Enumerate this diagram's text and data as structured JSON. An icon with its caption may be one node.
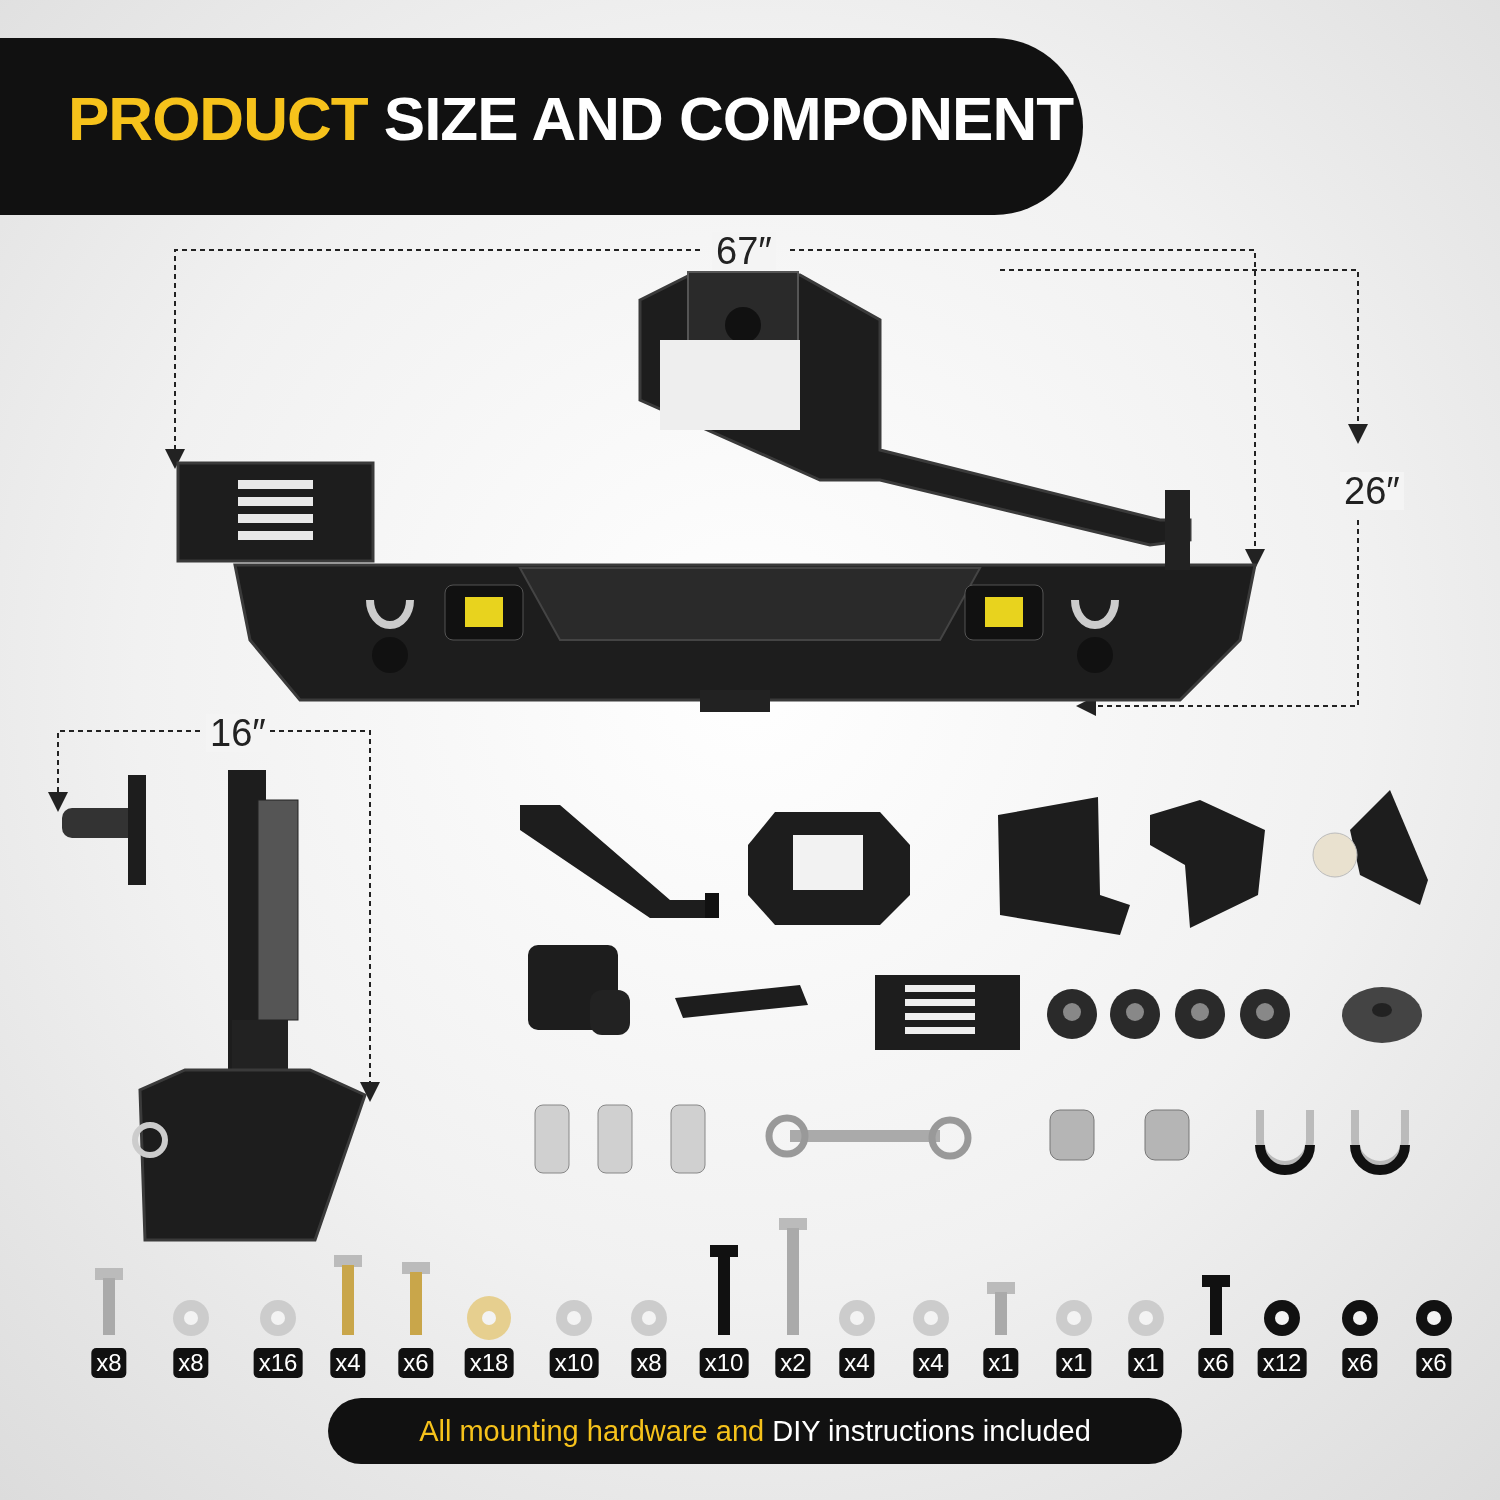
{
  "diagram": {
    "title": "PRODUCT SIZE AND COMPONENT",
    "caption": "All mounting hardware and DIY instructions included",
    "labels": [
      "67″",
      "26″",
      "16″",
      "x8",
      "x8",
      "x16",
      "x4",
      "x6",
      "x18",
      "x10",
      "x8",
      "x10",
      "x2",
      "x4",
      "x4",
      "x1",
      "x1",
      "x1",
      "x6",
      "x12",
      "x6",
      "x6"
    ]
  }
}
